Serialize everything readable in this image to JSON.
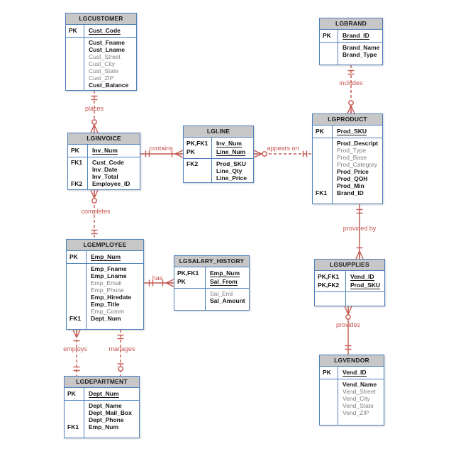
{
  "colors": {
    "relationship": "#C4564E",
    "table_border": "#4F81BD",
    "header_bg": "#C7C7C7",
    "attr_strong": "#151515",
    "attr_muted": "#7f7f7f"
  },
  "entities": [
    {
      "name": "LGCUSTOMER",
      "pk": [
        {
          "key": "PK",
          "name": "Cust_Code"
        }
      ],
      "attrs": [
        {
          "key": "",
          "name": "Cust_Fname",
          "bold": true
        },
        {
          "key": "",
          "name": "Cust_Lname",
          "bold": true
        },
        {
          "key": "",
          "name": "Cust_Street",
          "bold": false
        },
        {
          "key": "",
          "name": "Cust_City",
          "bold": false
        },
        {
          "key": "",
          "name": "Cust_State",
          "bold": false
        },
        {
          "key": "",
          "name": "Cust_ZIP",
          "bold": false
        },
        {
          "key": "",
          "name": "Cust_Balance",
          "bold": true
        }
      ]
    },
    {
      "name": "LGBRAND",
      "pk": [
        {
          "key": "PK",
          "name": "Brand_ID"
        }
      ],
      "attrs": [
        {
          "key": "",
          "name": "Brand_Name",
          "bold": true
        },
        {
          "key": "",
          "name": "Brand_Type",
          "bold": true
        }
      ]
    },
    {
      "name": "LGINVOICE",
      "pk": [
        {
          "key": "PK",
          "name": "Inv_Num"
        }
      ],
      "attrs": [
        {
          "key": "FK1",
          "name": "Cust_Code",
          "bold": true
        },
        {
          "key": "",
          "name": "Inv_Date",
          "bold": true
        },
        {
          "key": "",
          "name": "Inv_Total",
          "bold": true
        },
        {
          "key": "FK2",
          "name": "Employee_ID",
          "bold": true
        }
      ]
    },
    {
      "name": "LGLINE",
      "pk": [
        {
          "key": "PK,FK1",
          "name": "Inv_Num"
        },
        {
          "key": "PK",
          "name": "Line_Num"
        }
      ],
      "attrs": [
        {
          "key": "FK2",
          "name": "Prod_SKU",
          "bold": true
        },
        {
          "key": "",
          "name": "Line_Qty",
          "bold": true
        },
        {
          "key": "",
          "name": "Line_Price",
          "bold": true
        }
      ]
    },
    {
      "name": "LGPRODUCT",
      "pk": [
        {
          "key": "PK",
          "name": "Prod_SKU"
        }
      ],
      "attrs": [
        {
          "key": "",
          "name": "Prod_Descript",
          "bold": true
        },
        {
          "key": "",
          "name": "Prod_Type",
          "bold": false
        },
        {
          "key": "",
          "name": "Prod_Base",
          "bold": false
        },
        {
          "key": "",
          "name": "Prod_Category",
          "bold": false
        },
        {
          "key": "",
          "name": "Prod_Price",
          "bold": true
        },
        {
          "key": "",
          "name": "Prod_QOH",
          "bold": true
        },
        {
          "key": "",
          "name": "Prod_Min",
          "bold": true
        },
        {
          "key": "FK1",
          "name": "Brand_ID",
          "bold": true
        }
      ]
    },
    {
      "name": "LGEMPLOYEE",
      "pk": [
        {
          "key": "PK",
          "name": "Emp_Num"
        }
      ],
      "attrs": [
        {
          "key": "",
          "name": "Emp_Fname",
          "bold": true
        },
        {
          "key": "",
          "name": "Emp_Lname",
          "bold": true
        },
        {
          "key": "",
          "name": "Emp_Email",
          "bold": false
        },
        {
          "key": "",
          "name": "Emp_Phone",
          "bold": false
        },
        {
          "key": "",
          "name": "Emp_Hiredate",
          "bold": true
        },
        {
          "key": "",
          "name": "Emp_Title",
          "bold": true
        },
        {
          "key": "",
          "name": "Emp_Comm",
          "bold": false
        },
        {
          "key": "FK1",
          "name": "Dept_Num",
          "bold": true
        }
      ]
    },
    {
      "name": "LGSALARY_HISTORY",
      "pk": [
        {
          "key": "PK,FK1",
          "name": "Emp_Num"
        },
        {
          "key": "PK",
          "name": "Sal_From"
        }
      ],
      "attrs": [
        {
          "key": "",
          "name": "Sal_End",
          "bold": false
        },
        {
          "key": "",
          "name": "Sal_Amount",
          "bold": true
        }
      ]
    },
    {
      "name": "LGSUPPLIES",
      "pk": [
        {
          "key": "PK,FK1",
          "name": "Vend_ID"
        },
        {
          "key": "PK,FK2",
          "name": "Prod_SKU"
        }
      ],
      "attrs": []
    },
    {
      "name": "LGDEPARTMENT",
      "pk": [
        {
          "key": "PK",
          "name": "Dept_Num"
        }
      ],
      "attrs": [
        {
          "key": "",
          "name": "Dept_Name",
          "bold": true
        },
        {
          "key": "",
          "name": "Dept_Mail_Box",
          "bold": true
        },
        {
          "key": "",
          "name": "Dept_Phone",
          "bold": true
        },
        {
          "key": "FK1",
          "name": "Emp_Num",
          "bold": true
        }
      ]
    },
    {
      "name": "LGVENDOR",
      "pk": [
        {
          "key": "PK",
          "name": "Vend_ID"
        }
      ],
      "attrs": [
        {
          "key": "",
          "name": "Vend_Name",
          "bold": true
        },
        {
          "key": "",
          "name": "Vend_Street",
          "bold": false
        },
        {
          "key": "",
          "name": "Vend_City",
          "bold": false
        },
        {
          "key": "",
          "name": "Vend_State",
          "bold": false
        },
        {
          "key": "",
          "name": "Vend_ZIP",
          "bold": false
        }
      ]
    }
  ],
  "relationships": [
    {
      "from": "LGCUSTOMER",
      "to": "LGINVOICE",
      "label": "places",
      "from_cardinality": "one",
      "to_cardinality": "zero-many",
      "style": "dashed"
    },
    {
      "from": "LGINVOICE",
      "to": "LGLINE",
      "label": "contains",
      "from_cardinality": "one",
      "to_cardinality": "many-one",
      "style": "solid"
    },
    {
      "from": "LGLINE",
      "to": "LGPRODUCT",
      "label": "appears on",
      "from_cardinality": "zero-many",
      "to_cardinality": "one",
      "style": "dashed"
    },
    {
      "from": "LGBRAND",
      "to": "LGPRODUCT",
      "label": "includes",
      "from_cardinality": "one",
      "to_cardinality": "zero-many",
      "style": "dashed"
    },
    {
      "from": "LGPRODUCT",
      "to": "LGSUPPLIES",
      "label": "provided by",
      "from_cardinality": "one",
      "to_cardinality": "many-one",
      "style": "solid"
    },
    {
      "from": "LGSUPPLIES",
      "to": "LGVENDOR",
      "label": "provides",
      "from_cardinality": "zero-many",
      "to_cardinality": "one",
      "style": "solid"
    },
    {
      "from": "LGINVOICE",
      "to": "LGEMPLOYEE",
      "label": "completes",
      "from_cardinality": "zero-many",
      "to_cardinality": "one",
      "style": "dashed"
    },
    {
      "from": "LGEMPLOYEE",
      "to": "LGSALARY_HISTORY",
      "label": "has",
      "from_cardinality": "one",
      "to_cardinality": "many-one",
      "style": "solid"
    },
    {
      "from": "LGEMPLOYEE",
      "to": "LGDEPARTMENT",
      "label": "employs",
      "from_cardinality": "many-one",
      "to_cardinality": "one",
      "style": "dashed"
    },
    {
      "from": "LGEMPLOYEE",
      "to": "LGDEPARTMENT",
      "label": "manages",
      "from_cardinality": "one",
      "to_cardinality": "zero-one",
      "style": "dashed"
    }
  ]
}
